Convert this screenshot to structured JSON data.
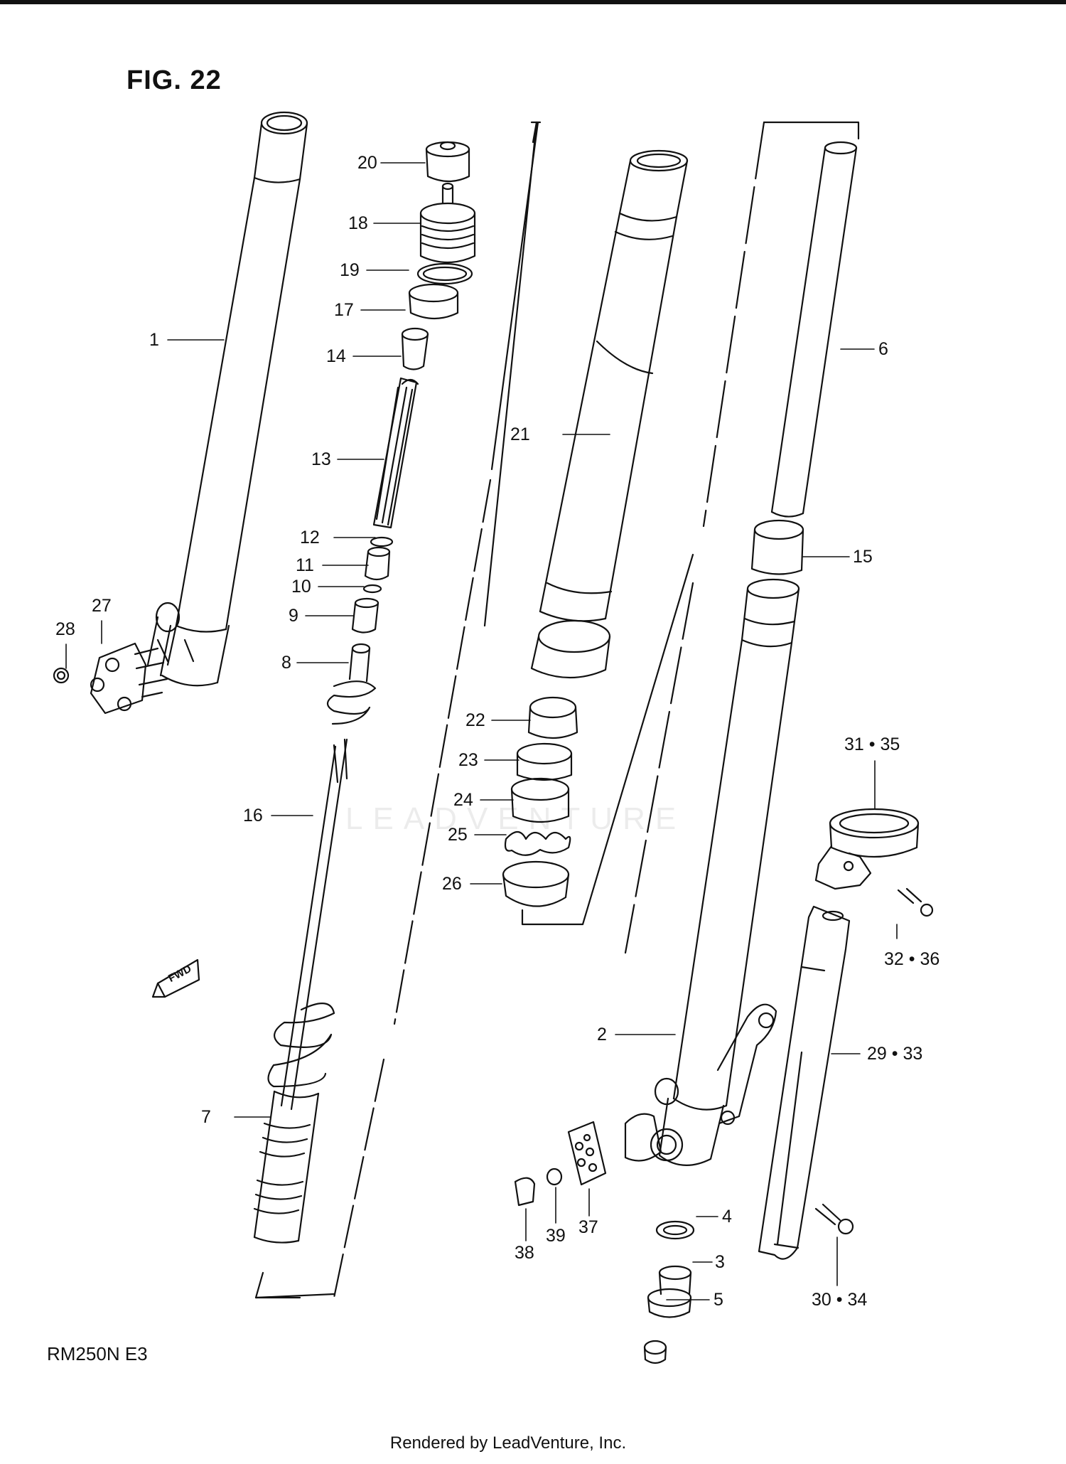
{
  "figure": {
    "title": "FIG. 22",
    "model_code": "RM250N  E3",
    "footer": "Rendered by LeadVenture, Inc.",
    "watermark": "LEADVENTURE"
  },
  "callouts": {
    "c1": "1",
    "c2": "2",
    "c3": "3",
    "c4": "4",
    "c5": "5",
    "c6": "6",
    "c7": "7",
    "c8": "8",
    "c9": "9",
    "c10": "10",
    "c11": "11",
    "c12": "12",
    "c13": "13",
    "c14": "14",
    "c15": "15",
    "c16": "16",
    "c17": "17",
    "c18": "18",
    "c19": "19",
    "c20": "20",
    "c21": "21",
    "c22": "22",
    "c23": "23",
    "c24": "24",
    "c25": "25",
    "c26": "26",
    "c27": "27",
    "c28": "28",
    "c29_33": "29 • 33",
    "c30_34": "30 • 34",
    "c31_35": "31 • 35",
    "c32_36": "32 • 36",
    "c37": "37",
    "c38": "38",
    "c39": "39"
  },
  "fwd_marker": "FWD",
  "colors": {
    "ink": "#111111",
    "paper": "#ffffff"
  }
}
